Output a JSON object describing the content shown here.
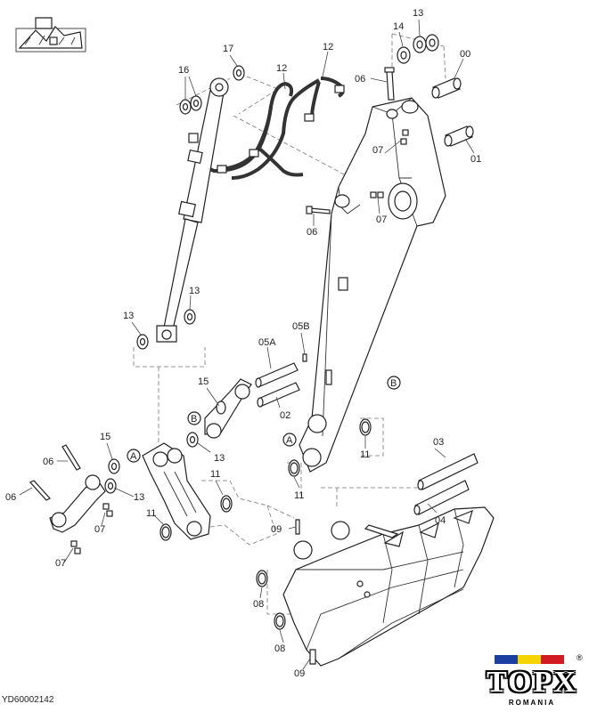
{
  "diagram": {
    "labels": {
      "l_13a": "13",
      "l_14": "14",
      "l_00": "00",
      "l_06a": "06",
      "l_07a": "07",
      "l_01": "01",
      "l_07b": "07",
      "l_06b": "06",
      "l_17": "17",
      "l_16": "16",
      "l_12a": "12",
      "l_12b": "12",
      "l_13b": "13",
      "l_13c": "13",
      "l_05b": "05B",
      "l_05a": "05A",
      "l_02": "02",
      "l_15a": "15",
      "l_13d": "13",
      "l_11a": "11",
      "l_15b": "15",
      "l_06c": "06",
      "l_06d": "06",
      "l_13e": "13",
      "l_07c": "07",
      "l_07d": "07",
      "l_11b": "11",
      "l_11c": "11",
      "l_11d": "11",
      "l_03": "03",
      "l_04": "04",
      "l_09a": "09",
      "l_08a": "08",
      "l_08b": "08",
      "l_09b": "09"
    },
    "refs": {
      "A1": "A",
      "A2": "A",
      "B1": "B",
      "B2": "B"
    },
    "drawing_code": "YD60002142"
  },
  "logo": {
    "brand": "TOPX",
    "sub": "ROMANIA",
    "reg": "®",
    "flag_colors": [
      "#1b3fa0",
      "#f5d400",
      "#d11b20"
    ]
  }
}
